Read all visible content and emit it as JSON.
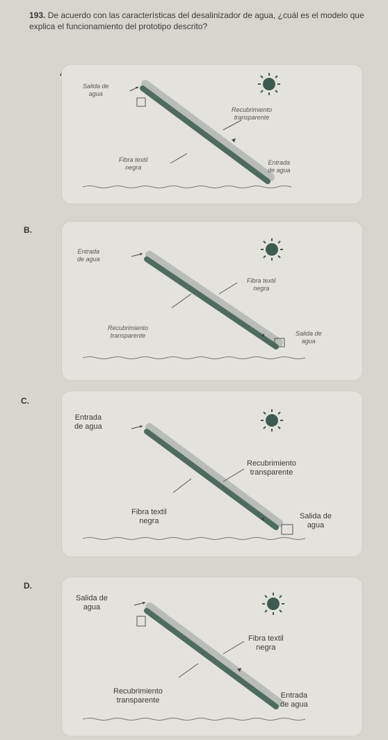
{
  "question": {
    "number": "193.",
    "text": "De acuerdo con las características del desalinizador de agua, ¿cuál es el modelo que explica el funcionamiento del prototipo descrito?"
  },
  "options": [
    {
      "letter": "A.",
      "top_left_label": [
        "Salida de",
        "agua"
      ],
      "right_mid_label": [
        "Recubrimiento",
        "transparente"
      ],
      "left_bottom_label": [
        "Fibra textil",
        "negra"
      ],
      "right_bottom_label": [
        "Entrada",
        "de agua"
      ]
    },
    {
      "letter": "B.",
      "top_left_label": [
        "Entrada",
        "de agua"
      ],
      "right_mid_label": [
        "Fibra textil",
        "negra"
      ],
      "left_bottom_label": [
        "Recubrimiento",
        "transparente"
      ],
      "right_bottom_label": [
        "Salida de",
        "agua"
      ]
    },
    {
      "letter": "C.",
      "top_left_label": [
        "Entrada",
        "de agua"
      ],
      "right_mid_label": [
        "Recubrimiento",
        "transparente"
      ],
      "left_bottom_label": [
        "Fibra textil",
        "negra"
      ],
      "right_bottom_label": [
        "Salida de",
        "agua"
      ]
    },
    {
      "letter": "D.",
      "top_left_label": [
        "Salida de",
        "agua"
      ],
      "right_mid_label": [
        "Fibra textil",
        "negra"
      ],
      "left_bottom_label": [
        "Recubrimiento",
        "transparente"
      ],
      "right_bottom_label": [
        "Entrada",
        "de agua"
      ]
    }
  ],
  "colors": {
    "fiber": "#4f6b60",
    "coating": "#b9bdb7",
    "sun": "#3f5a50",
    "card": "#e4e2dc"
  },
  "icons": [
    "sun-icon",
    "container-icon",
    "arrow-icon"
  ]
}
